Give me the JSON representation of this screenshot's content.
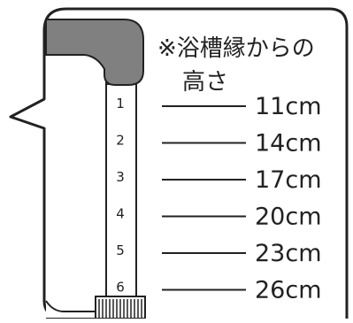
{
  "title_line1": "※浴槽縁からの",
  "title_line2": "高さ",
  "rows": [
    {
      "mark": "1",
      "height": "11cm"
    },
    {
      "mark": "2",
      "height": "14cm"
    },
    {
      "mark": "3",
      "height": "17cm"
    },
    {
      "mark": "4",
      "height": "20cm"
    },
    {
      "mark": "5",
      "height": "23cm"
    },
    {
      "mark": "6",
      "height": "26cm"
    }
  ],
  "colors": {
    "cap": "#808080",
    "ink": "#222222"
  }
}
